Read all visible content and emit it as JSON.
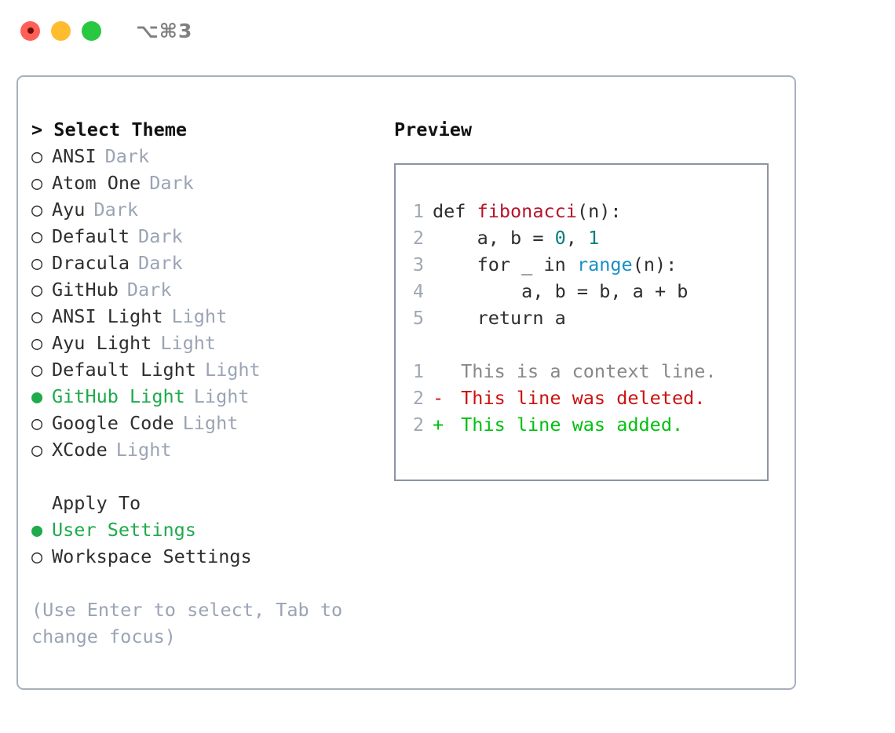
{
  "titlebar": {
    "traffic_lights": [
      {
        "name": "close",
        "color": "#ff5f57"
      },
      {
        "name": "minimize",
        "color": "#febc2e"
      },
      {
        "name": "maximize",
        "color": "#28c840"
      }
    ],
    "shortcut": "⌥⌘3"
  },
  "left": {
    "heading": "> Select Theme",
    "themes": [
      {
        "bullet": "○",
        "label": "ANSI",
        "tag": "Dark",
        "selected": false
      },
      {
        "bullet": "○",
        "label": "Atom One",
        "tag": "Dark",
        "selected": false
      },
      {
        "bullet": "○",
        "label": "Ayu",
        "tag": "Dark",
        "selected": false
      },
      {
        "bullet": "○",
        "label": "Default",
        "tag": "Dark",
        "selected": false
      },
      {
        "bullet": "○",
        "label": "Dracula",
        "tag": "Dark",
        "selected": false
      },
      {
        "bullet": "○",
        "label": "GitHub",
        "tag": "Dark",
        "selected": false
      },
      {
        "bullet": "○",
        "label": "ANSI Light",
        "tag": "Light",
        "selected": false
      },
      {
        "bullet": "○",
        "label": "Ayu Light",
        "tag": "Light",
        "selected": false
      },
      {
        "bullet": "○",
        "label": "Default Light",
        "tag": "Light",
        "selected": false
      },
      {
        "bullet": "●",
        "label": "GitHub Light",
        "tag": "Light",
        "selected": true
      },
      {
        "bullet": "○",
        "label": "Google Code",
        "tag": "Light",
        "selected": false
      },
      {
        "bullet": "○",
        "label": "XCode",
        "tag": "Light",
        "selected": false
      }
    ],
    "apply_to": {
      "heading": "Apply To",
      "options": [
        {
          "bullet": "●",
          "label": "User Settings",
          "selected": true
        },
        {
          "bullet": "○",
          "label": "Workspace Settings",
          "selected": false
        }
      ]
    },
    "hint": "(Use Enter to select, Tab to change focus)"
  },
  "right": {
    "heading": "Preview",
    "code_lines": [
      {
        "no": "1",
        "tokens": [
          {
            "t": "def ",
            "c": "plain"
          },
          {
            "t": "fibonacci",
            "c": "fn"
          },
          {
            "t": "(n):",
            "c": "plain"
          }
        ]
      },
      {
        "no": "2",
        "tokens": [
          {
            "t": "    a, b = ",
            "c": "plain"
          },
          {
            "t": "0",
            "c": "num"
          },
          {
            "t": ", ",
            "c": "plain"
          },
          {
            "t": "1",
            "c": "num"
          }
        ]
      },
      {
        "no": "3",
        "tokens": [
          {
            "t": "    for _ in ",
            "c": "plain"
          },
          {
            "t": "range",
            "c": "call"
          },
          {
            "t": "(n):",
            "c": "plain"
          }
        ]
      },
      {
        "no": "4",
        "tokens": [
          {
            "t": "        a, b = b, a + b",
            "c": "plain"
          }
        ]
      },
      {
        "no": "5",
        "tokens": [
          {
            "t": "    return a",
            "c": "plain"
          }
        ]
      }
    ],
    "diff_lines": [
      {
        "no": "1",
        "sign": " ",
        "text": " This is a context line.",
        "kind": "ctx"
      },
      {
        "no": "2",
        "sign": "-",
        "text": " This line was deleted.",
        "kind": "del"
      },
      {
        "no": "2",
        "sign": "+",
        "text": " This line was added.",
        "kind": "add"
      }
    ]
  },
  "colors": {
    "accent_green": "#1faa4b",
    "tag_muted": "#9aa4b4",
    "panel_border": "#a8b0bd",
    "preview_border": "#8a95a5",
    "syntax_function": "#b5172a",
    "syntax_number": "#0a7d7d",
    "syntax_call": "#1a8fc4",
    "diff_deleted": "#cc1111",
    "diff_added": "#00c010",
    "diff_context": "#888888"
  }
}
